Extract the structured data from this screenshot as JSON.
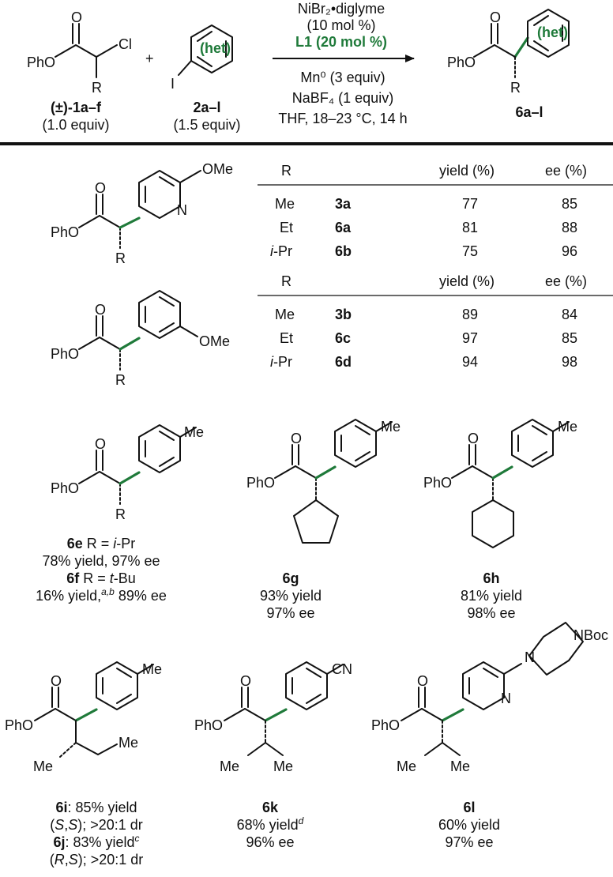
{
  "scheme": {
    "reactant1": {
      "PhO": "PhO",
      "Cl": "Cl",
      "R": "R",
      "id": "(±)-1a–f",
      "equiv": "(1.0 equiv)",
      "O": "O"
    },
    "plus": "+",
    "reactant2": {
      "I": "I",
      "het": "(het)",
      "id": "2a–l",
      "equiv": "(1.5 equiv)"
    },
    "conditions_above": [
      "NiBr₂•diglyme",
      "(10 mol %)",
      "L1 (20 mol %)"
    ],
    "conditions_below": [
      "Mn⁰ (3 equiv)",
      "NaBF₄ (1 equiv)",
      "THF, 18–23 °C, 14 h"
    ],
    "product": {
      "PhO": "PhO",
      "R": "R",
      "het": "(het)",
      "id": "6a–l",
      "O": "O"
    }
  },
  "tables": [
    {
      "substituent": "OMe",
      "ring_N": "N",
      "headers": [
        "R",
        "",
        "yield (%)",
        "ee (%)"
      ],
      "rows": [
        {
          "R": "Me",
          "cmpd": "3a",
          "yield": "77",
          "ee": "85"
        },
        {
          "R": "Et",
          "cmpd": "6a",
          "yield": "81",
          "ee": "88"
        },
        {
          "R_i": "i",
          "R": "-Pr",
          "cmpd": "6b",
          "yield": "75",
          "ee": "96"
        }
      ]
    },
    {
      "substituent": "OMe",
      "headers": [
        "R",
        "",
        "yield (%)",
        "ee (%)"
      ],
      "rows": [
        {
          "R": "Me",
          "cmpd": "3b",
          "yield": "89",
          "ee": "84"
        },
        {
          "R": "Et",
          "cmpd": "6c",
          "yield": "97",
          "ee": "85"
        },
        {
          "R_i": "i",
          "R": "-Pr",
          "cmpd": "6d",
          "yield": "94",
          "ee": "98"
        }
      ]
    }
  ],
  "labels": {
    "PhO": "PhO",
    "O": "O",
    "R": "R",
    "Me": "Me",
    "CN": "CN",
    "N": "N",
    "NBoc": "NBoc"
  },
  "captions": {
    "c6e": {
      "id": "6e",
      "text": " R = ",
      "it": "i",
      "tail": "-Pr",
      "line2": "78% yield, 97% ee"
    },
    "c6f": {
      "id": "6f",
      "text": " R = ",
      "it": "t",
      "tail": "-Bu",
      "line2a": "16% yield,",
      "sup": "a,b",
      "line2b": " 89% ee"
    },
    "c6g": {
      "id": "6g",
      "l1": "93% yield",
      "l2": "97% ee"
    },
    "c6h": {
      "id": "6h",
      "l1": "81% yield",
      "l2": "98% ee"
    },
    "c6i": {
      "id": "6i",
      "l1": ": 85% yield",
      "l2a": "(",
      "l2S1": "S",
      "l2c": ",",
      "l2S2": "S",
      "l2d": "); >20:1 dr"
    },
    "c6j": {
      "id": "6j",
      "l1": ": 83% yield",
      "sup": "c",
      "l2a": "(",
      "l2R": "R",
      "l2c": ",",
      "l2S": "S",
      "l2d": "); >20:1 dr"
    },
    "c6k": {
      "id": "6k",
      "l1": "68% yield",
      "sup": "d",
      "l2": "96% ee"
    },
    "c6l": {
      "id": "6l",
      "l1": "60% yield",
      "l2": "97% ee"
    }
  },
  "colors": {
    "accent_green": "#1f7a3a",
    "ink": "#111111"
  }
}
